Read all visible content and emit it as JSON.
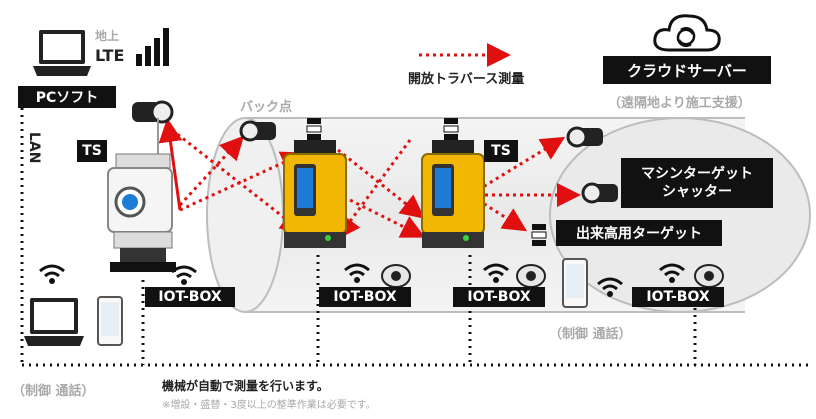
{
  "labels": {
    "pc_soft": "PCソフト",
    "lte": "LTE",
    "chijo": "地上",
    "lan": "LAN",
    "ts_left": "TS",
    "ts_right": "TS",
    "back_point": "バック点",
    "traverse": "開放トラバース測量",
    "cloud_server": "クラウドサーバー",
    "remote_support": "（遠隔地より施工支援）",
    "machine_target_line1": "マシンターゲット",
    "machine_target_line2": "シャッター",
    "height_target": "出来高用ターゲット",
    "iot_box_1": "IOT-BOX",
    "iot_box_2": "IOT-BOX",
    "iot_box_3": "IOT-BOX",
    "iot_box_4": "IOT-BOX",
    "control_call_bottom": "（制御 通話）",
    "control_call_tunnel": "（制御 通話）",
    "note_main": "機械が自動で測量を行います。",
    "note_sub": "※増設・盛替・3度以上の整準作業は必要です。"
  },
  "colors": {
    "arrow_red": "#e01010",
    "label_bg": "#111111",
    "accent_yellow": "#f2b705",
    "screen_blue": "#1e7bd6",
    "tunnel_gray": "#bdbdbd"
  },
  "icons": [
    "laptop-icon",
    "signal-bars-icon",
    "cloud-sync-icon",
    "wifi-icon",
    "smartphone-icon",
    "webcam-icon",
    "prism-icon",
    "total-station-icon",
    "yellow-robot-station-icon"
  ]
}
